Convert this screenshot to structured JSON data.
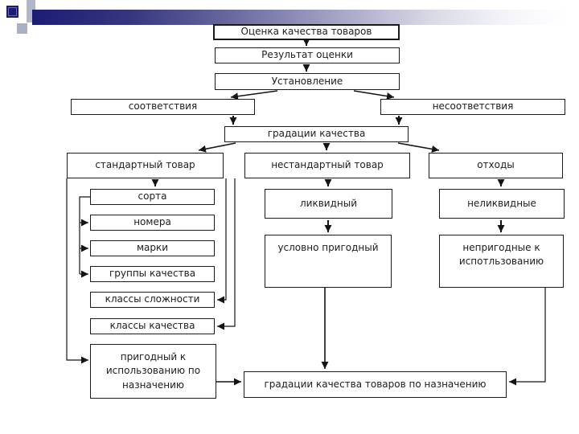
{
  "slide": {
    "background": "#ffffff",
    "accent_bar_start_color": "#1c1c74",
    "accent_bar_end_color": "#ffffff",
    "decor_square_color": "#1b1b70",
    "decor_light_color": "#b2b6ca"
  },
  "nodes": {
    "title": "Оценка качества товаров",
    "result": "Результат оценки",
    "establishment": "Установление",
    "conformity": "соответствия",
    "nonconformity": "несоответствия",
    "quality_gradations": "градации качества",
    "standard_goods": "стандартный товар",
    "nonstandard_goods": "нестандартный товар",
    "waste": "отходы",
    "grades": "сорта",
    "numbers": "номера",
    "brands": "марки",
    "quality_groups": "группы качества",
    "complexity_classes": "классы сложности",
    "quality_classes": "классы качества",
    "fit_for_use": "пригодный к использованию по назначению",
    "liquid": "ликвидный",
    "conditionally_fit": "условно пригодный",
    "illiquid": "неликвидные",
    "unfit_for_use": "непригодные к испотльзованию",
    "gradations_by_purpose": "градации качества товаров по назначению"
  },
  "edges": [
    {
      "from": "title",
      "to": "result"
    },
    {
      "from": "result",
      "to": "establishment"
    },
    {
      "from": "establishment",
      "to": "conformity"
    },
    {
      "from": "establishment",
      "to": "nonconformity"
    },
    {
      "from": "conformity",
      "to": "quality_gradations"
    },
    {
      "from": "nonconformity",
      "to": "quality_gradations"
    },
    {
      "from": "quality_gradations",
      "to": "standard_goods"
    },
    {
      "from": "quality_gradations",
      "to": "nonstandard_goods"
    },
    {
      "from": "quality_gradations",
      "to": "waste"
    },
    {
      "from": "standard_goods",
      "to": "grades"
    },
    {
      "from": "grades",
      "to": "numbers"
    },
    {
      "from": "grades",
      "to": "brands"
    },
    {
      "from": "grades",
      "to": "quality_groups"
    },
    {
      "from": "standard_goods",
      "to": "complexity_classes"
    },
    {
      "from": "standard_goods",
      "to": "quality_classes"
    },
    {
      "from": "standard_goods",
      "to": "fit_for_use"
    },
    {
      "from": "nonstandard_goods",
      "to": "liquid"
    },
    {
      "from": "liquid",
      "to": "conditionally_fit"
    },
    {
      "from": "waste",
      "to": "illiquid"
    },
    {
      "from": "illiquid",
      "to": "unfit_for_use"
    },
    {
      "from": "fit_for_use",
      "to": "gradations_by_purpose"
    },
    {
      "from": "conditionally_fit",
      "to": "gradations_by_purpose"
    },
    {
      "from": "unfit_for_use",
      "to": "gradations_by_purpose"
    }
  ]
}
